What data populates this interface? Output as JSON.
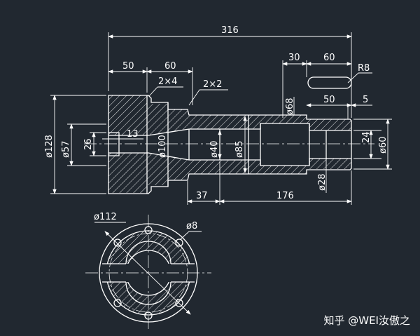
{
  "colors": {
    "background": "#212830",
    "lines": "#ffffff",
    "accent": "#ffffff"
  },
  "dims": {
    "total_length": "316",
    "len_50": "50",
    "len_60": "60",
    "chamfer_2x4": "2×4",
    "chamfer_2x2": "2×2",
    "keyway_30": "30",
    "keyway_60": "60",
    "keyway_r8": "R8",
    "len_50b": "50",
    "len_5": "5",
    "dia_68": "ø68",
    "dia_128": "ø128",
    "dia_57": "ø57",
    "dim_26": "26",
    "dim_13": "13",
    "dia_100": "ø100",
    "dia_40": "ø40",
    "dia_85": "ø85",
    "dim_24": "24",
    "dia_60": "ø60",
    "dia_28": "ø28",
    "len_37": "37",
    "len_176": "176",
    "dia_112": "ø112",
    "dia_8": "ø8"
  },
  "watermark": "知乎 @WEI汝傲之"
}
